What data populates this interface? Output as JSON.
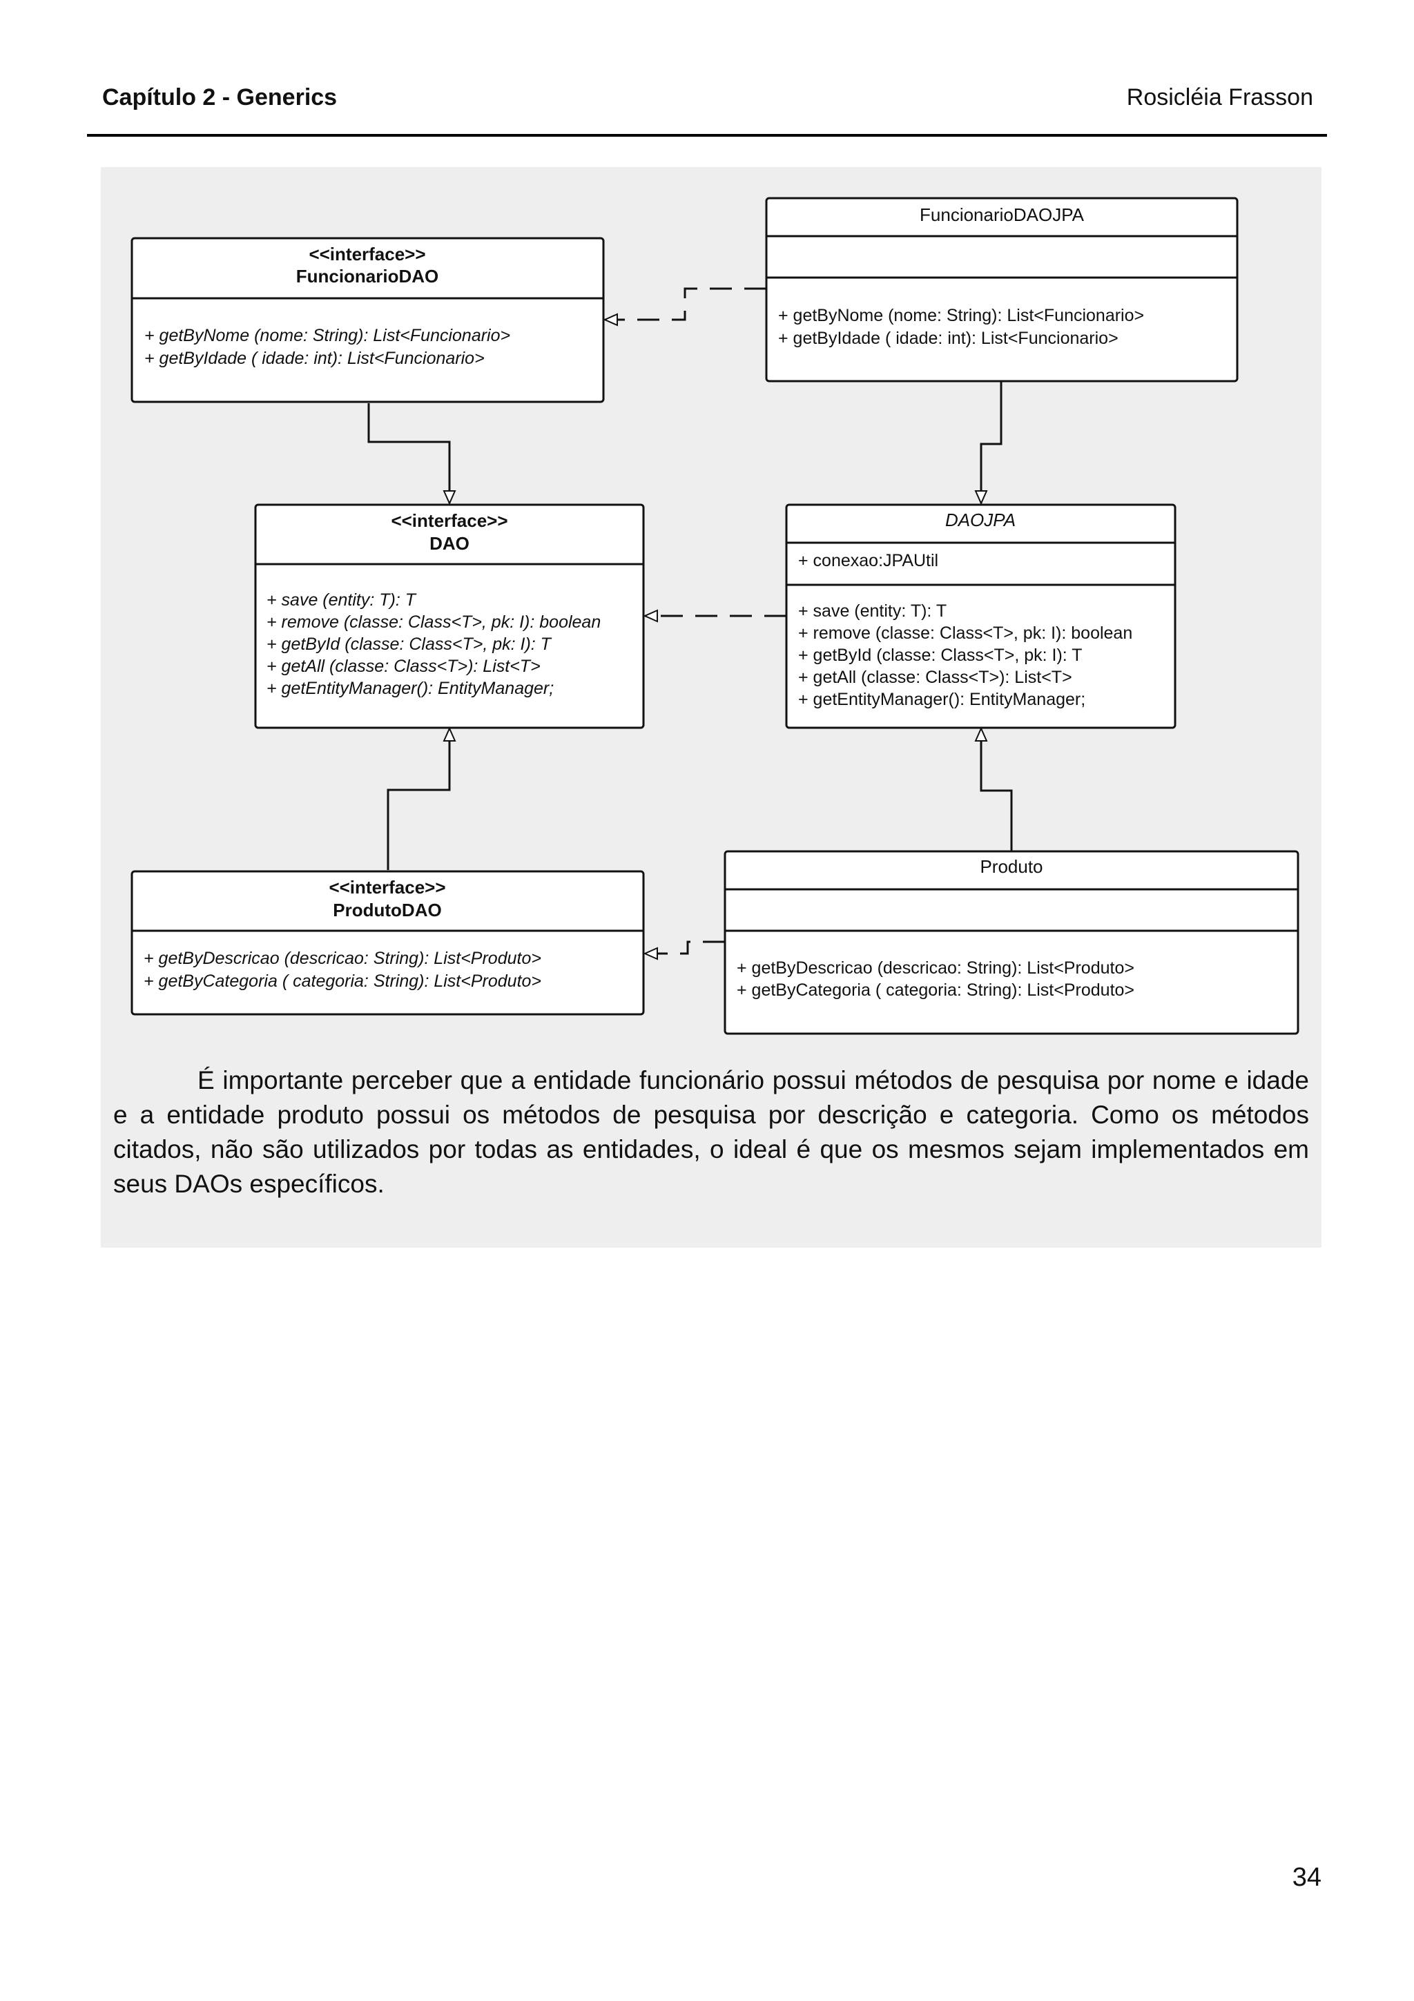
{
  "header": {
    "chapter": "Capítulo 2 - Generics",
    "author": "Rosicléia Frasson"
  },
  "diagram": {
    "funcionario_dao": {
      "stereotype": "<<interface>>",
      "name": "FuncionarioDAO",
      "methods": [
        "+ getByNome (nome: String): List<Funcionario>",
        "+ getByIdade ( idade: int): List<Funcionario>"
      ]
    },
    "funcionario_dao_jpa": {
      "name": "FuncionarioDAOJPA",
      "methods": [
        "+ getByNome (nome: String): List<Funcionario>",
        "+ getByIdade ( idade: int): List<Funcionario>"
      ]
    },
    "dao": {
      "stereotype": "<<interface>>",
      "name": "DAO",
      "methods": [
        "+ save (entity: T): T",
        "+ remove (classe: Class<T>, pk: I): boolean",
        "+ getById (classe: Class<T>, pk: I): T",
        "+ getAll (classe: Class<T>): List<T>",
        "+ getEntityManager(): EntityManager;"
      ]
    },
    "dao_jpa": {
      "name": "DAOJPA",
      "attributes": [
        "+ conexao:JPAUtil"
      ],
      "methods": [
        "+ save (entity: T): T",
        "+ remove (classe: Class<T>, pk: I): boolean",
        "+ getById (classe: Class<T>, pk: I): T",
        "+ getAll (classe: Class<T>): List<T>",
        "+ getEntityManager(): EntityManager;"
      ]
    },
    "produto_dao": {
      "stereotype": "<<interface>>",
      "name": "ProdutoDAO",
      "methods": [
        "+ getByDescricao (descricao: String): List<Produto>",
        "+ getByCategoria ( categoria: String): List<Produto>"
      ]
    },
    "produto": {
      "name": "Produto",
      "methods": [
        "+ getByDescricao (descricao: String): List<Produto>",
        "+ getByCategoria ( categoria: String): List<Produto>"
      ]
    }
  },
  "paragraph": "É importante perceber que a entidade funcionário possui métodos de pesquisa por nome e idade e a entidade produto possui os métodos de pesquisa por descrição e categoria. Como os métodos citados, não são utilizados por todas as entidades, o ideal é que os mesmos sejam implementados em seus DAOs específicos.",
  "page_number": "34"
}
